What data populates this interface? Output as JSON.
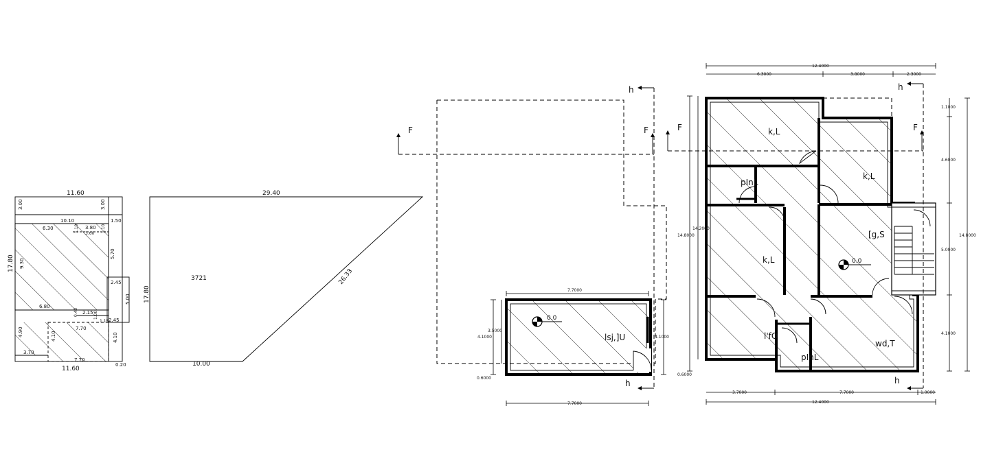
{
  "site_plan": {
    "dims": {
      "top": "11.60",
      "left": "17.80",
      "top_left_v": "3.00",
      "top_mid_v": "3.00",
      "band_a": "10.10",
      "band_b": "1.50",
      "d630": "6.30",
      "d380": "3.80",
      "d360": "3.60",
      "d110a": "1.10",
      "d110b": "1.10",
      "v930": "9.30",
      "v570": "5.70",
      "d245a": "2.45",
      "v500": "5.00",
      "d680": "6.80",
      "d040": "0.40",
      "d215": "2.15",
      "d100": "1.00",
      "d115": "1.15",
      "d245b": "2.45",
      "v490": "4.90",
      "v410a": "4.10",
      "d770a": "7.70",
      "v410b": "4.10",
      "d370": "3.70",
      "d770b": "7.70",
      "bottom": "11.60",
      "d020": "0.20"
    }
  },
  "land_parcel": {
    "label": "3721",
    "top": "29.40",
    "diagonal": "26.33",
    "left": "17.80",
    "bottom": "10.00"
  },
  "annex": {
    "room_label": "lsj,]U",
    "level": "0.0",
    "dim_top": "7.7000",
    "dim_bottom": "7.7000",
    "dim_left_outer": "4.1000",
    "dim_left_inner": "3.5000",
    "dim_left_small": "0.6000",
    "dim_right": "4.1000",
    "section_top_label": "F",
    "section_top_label2": "F",
    "section_bottom_label": "h",
    "section_top_h": "h"
  },
  "house": {
    "rooms": {
      "r1": "k,L",
      "r2": "k,L",
      "r3": "pInL",
      "r4": "k,L",
      "r5": "[g,S",
      "r6": "l'fO",
      "r7": "pInL",
      "r8": "wd,T"
    },
    "level": "0.0",
    "top_total": "12.4000",
    "top_a": "6.3000",
    "top_b": "3.8000",
    "top_c": "2.3000",
    "bottom_a": "3.7000",
    "bottom_b": "7.7000",
    "bottom_c": "1.0000",
    "bottom_total": "12.4000",
    "left_outer": "14.8000",
    "left_inner": "14.2000",
    "left_small": "0.6000",
    "right_a": "1.1000",
    "right_b": "4.6000",
    "right_c": "5.0000",
    "right_d": "4.1000",
    "right_total": "14.8000",
    "section_F_left": "F",
    "section_F_right": "F",
    "section_h_top": "h",
    "section_h_bottom": "h"
  }
}
